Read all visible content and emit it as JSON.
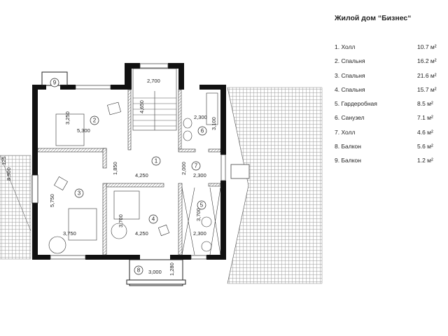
{
  "title": "Жилой дом “Бизнес“",
  "rooms": [
    {
      "label": "1. Холл",
      "area": "10.7 м²"
    },
    {
      "label": "2. Спальня",
      "area": "16.2 м²"
    },
    {
      "label": "3. Спальня",
      "area": "21.6 м²"
    },
    {
      "label": "4. Спальня",
      "area": "15.7 м²"
    },
    {
      "label": "5. Гардеробная",
      "area": "8.5 м²"
    },
    {
      "label": "6. Санузел",
      "area": "7.1 м²"
    },
    {
      "label": "7. Холл",
      "area": "4.6 м²"
    },
    {
      "label": "8. Балкон",
      "area": "5.6 м²"
    },
    {
      "label": "9. Балкон",
      "area": "1.2 м²"
    }
  ],
  "plan": {
    "room_numbers": [
      "1",
      "2",
      "3",
      "4",
      "5",
      "6",
      "7",
      "8",
      "9"
    ],
    "dimensions": [
      "2,700",
      "4,650",
      "3,250",
      "5,300",
      "2,300",
      "3,100",
      "1,850",
      "4,250",
      "2,000",
      "2,300",
      "5,750",
      "3,750",
      "3,700",
      "4,250",
      "3,700",
      "2,300",
      "3,000",
      "1,280",
      "8,900",
      "125"
    ]
  }
}
